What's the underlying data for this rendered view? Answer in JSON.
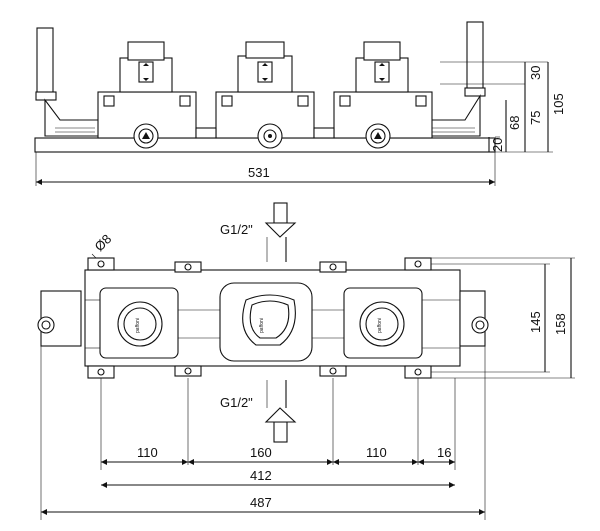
{
  "top_view": {
    "total_width": "531",
    "heights": {
      "h30": "30",
      "h68": "68",
      "h75": "75",
      "h105": "105",
      "h20": "20"
    }
  },
  "bottom_view": {
    "thread_top": "G1/2\"",
    "thread_bottom": "G1/2\"",
    "hole_diameter": "Ø8",
    "spacing_110_left": "110",
    "spacing_160": "160",
    "spacing_110_right": "110",
    "offset_16": "16",
    "width_412": "412",
    "width_487": "487",
    "height_145": "145",
    "height_158": "158"
  },
  "brand_mark": "paffoni"
}
